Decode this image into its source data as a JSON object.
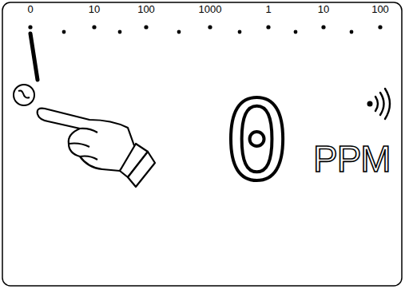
{
  "diagram": {
    "labels": [
      "0",
      "10",
      "100",
      "1000",
      "1",
      "10",
      "100",
      "0",
      "PPM"
    ]
  }
}
